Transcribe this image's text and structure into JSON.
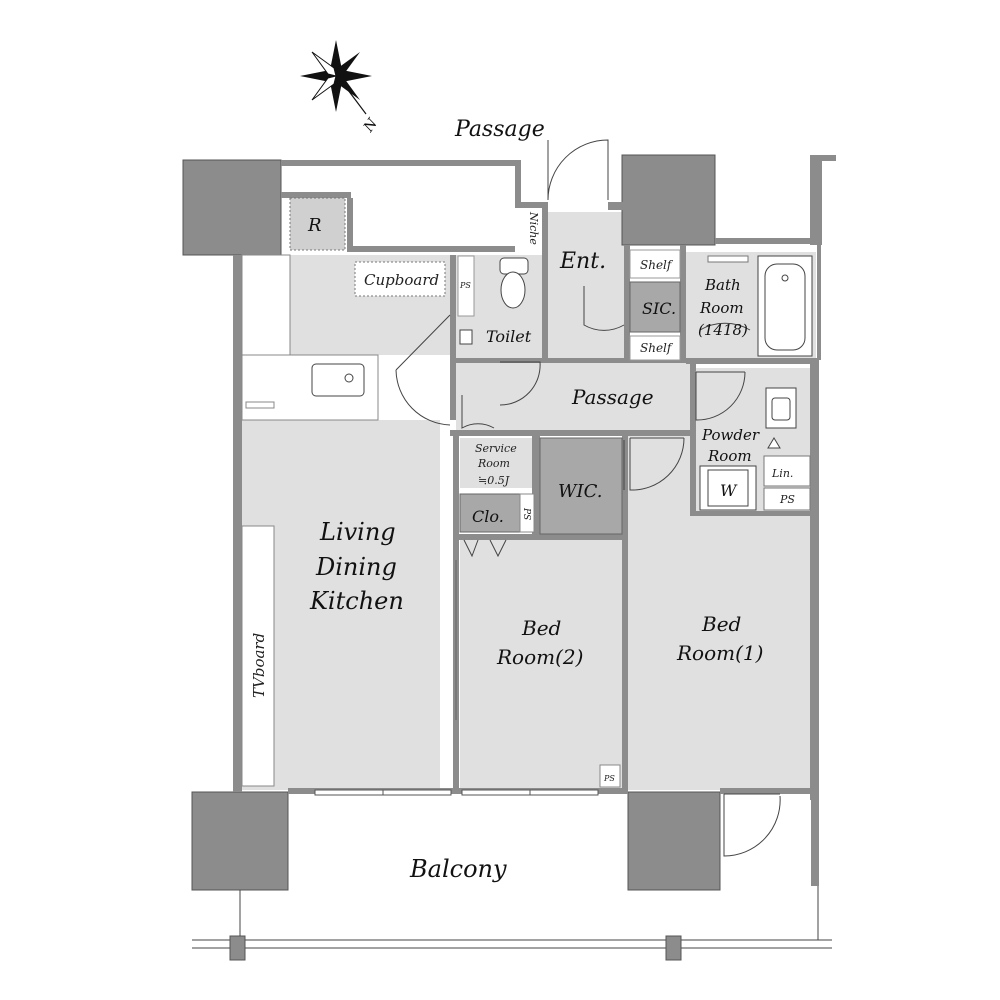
{
  "labels": {
    "passage_top": "Passage",
    "passage_mid": "Passage",
    "ent": "Ent.",
    "niche": "Niche",
    "r": "R",
    "cupboard": "Cupboard",
    "ps1": "PS",
    "toilet": "Toilet",
    "shelf1": "Shelf",
    "shelf2": "Shelf",
    "sic": "SIC.",
    "bath_l1": "Bath",
    "bath_l2": "Room",
    "bath_l3": "(1418)",
    "powder_l1": "Powder",
    "powder_l2": "Room",
    "lin": "Lin.",
    "ps2": "PS",
    "w": "W",
    "service_l1": "Service",
    "service_l2": "Room",
    "service_l3": "≒0.5J",
    "wic": "WIC.",
    "clo": "Clo.",
    "ps3": "PS",
    "ldk_l1": "Living",
    "ldk_l2": "Dining",
    "ldk_l3": "Kitchen",
    "tvboard": "TVboard",
    "bed2_l1": "Bed",
    "bed2_l2": "Room(2)",
    "bed1_l1": "Bed",
    "bed1_l2": "Room(1)",
    "ps4": "PS",
    "balcony": "Balcony",
    "compass_n": "N"
  },
  "colors": {
    "floor": "#e0e0e0",
    "wall": "#8c8c8c",
    "room_dark": "#a8a8a8"
  }
}
